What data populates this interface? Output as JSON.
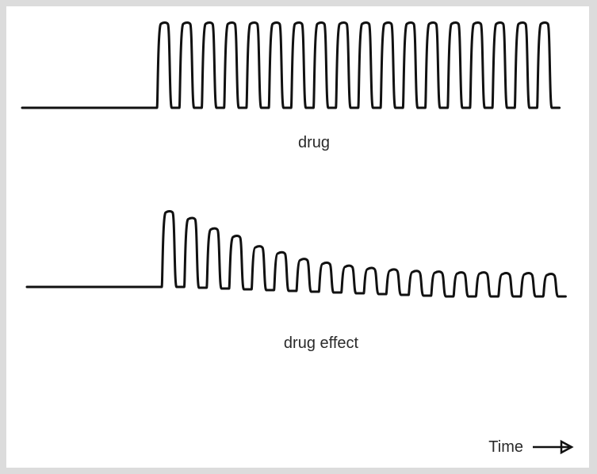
{
  "labels": {
    "drug": "drug",
    "drug_effect": "drug effect",
    "time": "Time"
  },
  "colors": {
    "background_border": "#dcdcdc",
    "panel": "#ffffff",
    "trace": "#111111"
  },
  "icons": {
    "time_arrow": "right-arrow-icon"
  },
  "traces": {
    "drug": {
      "pulse_count": 18,
      "amplitude_relative": [
        1,
        1,
        1,
        1,
        1,
        1,
        1,
        1,
        1,
        1,
        1,
        1,
        1,
        1,
        1,
        1,
        1,
        1
      ]
    },
    "drug_effect": {
      "pulse_count": 18,
      "amplitude_relative": [
        1.0,
        0.91,
        0.77,
        0.67,
        0.53,
        0.45,
        0.36,
        0.31,
        0.27,
        0.24,
        0.22,
        0.2,
        0.19,
        0.18,
        0.18,
        0.17,
        0.17,
        0.16
      ]
    }
  }
}
